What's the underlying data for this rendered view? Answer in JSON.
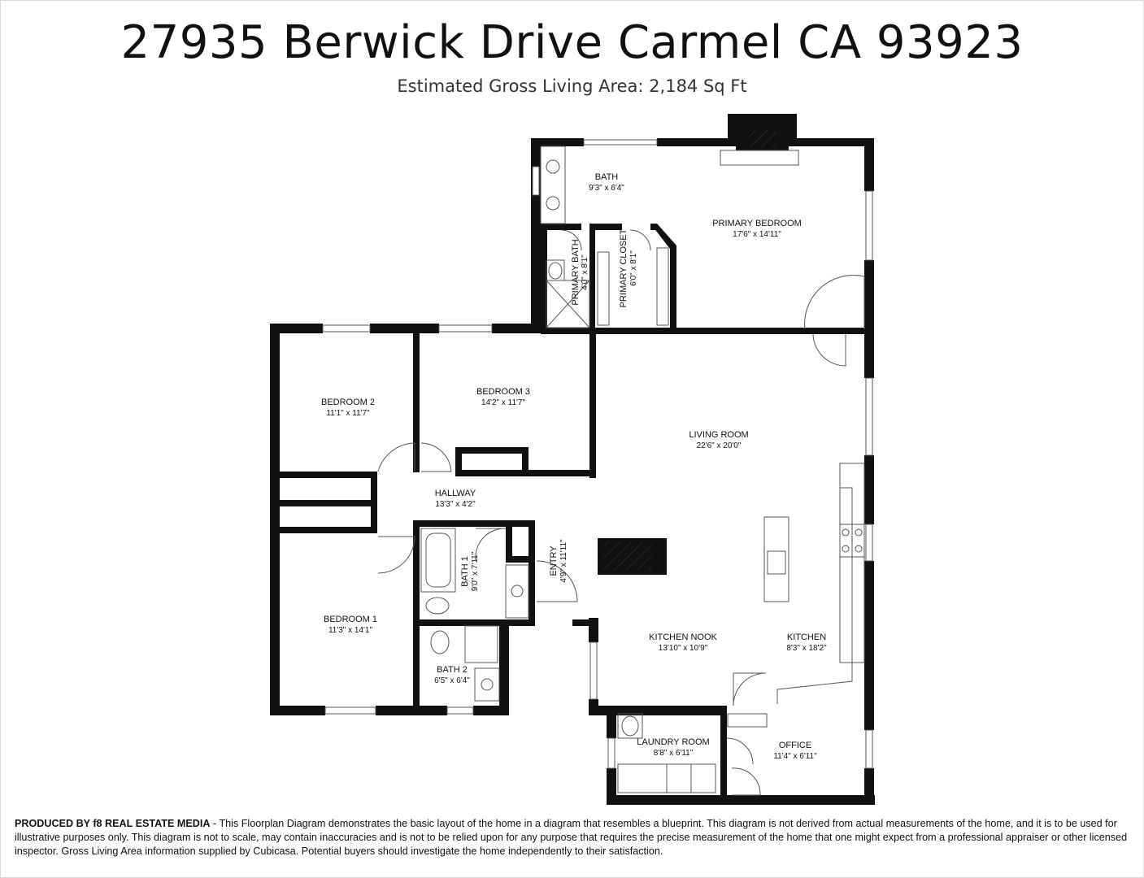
{
  "header": {
    "title": "27935 Berwick Drive Carmel CA 93923",
    "subtitle": "Estimated Gross Living Area: 2,184 Sq Ft"
  },
  "rooms": [
    {
      "name": "BATH",
      "dims": "9'3\" x 6'4\""
    },
    {
      "name": "PRIMARY BEDROOM",
      "dims": "17'6\" x 14'11\""
    },
    {
      "name": "PRIMARY BATH",
      "dims": "4'0\" x 8'1\""
    },
    {
      "name": "PRIMARY CLOSET",
      "dims": "6'0\" x 8'1\""
    },
    {
      "name": "BEDROOM 2",
      "dims": "11'1\" x 11'7\""
    },
    {
      "name": "BEDROOM 3",
      "dims": "14'2\" x 11'7\""
    },
    {
      "name": "LIVING ROOM",
      "dims": "22'6\" x 20'0\""
    },
    {
      "name": "HALLWAY",
      "dims": "13'3\" x 4'2\""
    },
    {
      "name": "BATH 1",
      "dims": "9'0\" x 7'11\""
    },
    {
      "name": "ENTRY",
      "dims": "4'9\" x 11'11\""
    },
    {
      "name": "BEDROOM 1",
      "dims": "11'3\" x 14'1\""
    },
    {
      "name": "KITCHEN NOOK",
      "dims": "13'10\" x 10'9\""
    },
    {
      "name": "KITCHEN",
      "dims": "8'3\" x 18'2\""
    },
    {
      "name": "BATH 2",
      "dims": "6'5\" x 6'4\""
    },
    {
      "name": "LAUNDRY ROOM",
      "dims": "8'8\" x 6'11\""
    },
    {
      "name": "OFFICE",
      "dims": "11'4\" x 6'11\""
    }
  ],
  "footer": {
    "producer": "PRODUCED BY f8 REAL ESTATE MEDIA",
    "text": " - This Floorplan Diagram demonstrates the basic layout of the home in a diagram that resembles a blueprint. This diagram is not derived from actual measurements of the home, and it is to be used for illustrative purposes only. This diagram is not to scale, may contain inaccuracies and is not to be relied upon for any purpose that requires the precise measurement of the home that one might expect from a professional appraiser or other licensed inspector. Gross Living Area information supplied by Cubicasa. Potential buyers should investigate the home independently to their satisfaction."
  },
  "colors": {
    "wall": "#111111",
    "line": "#555555",
    "background": "#ffffff"
  }
}
